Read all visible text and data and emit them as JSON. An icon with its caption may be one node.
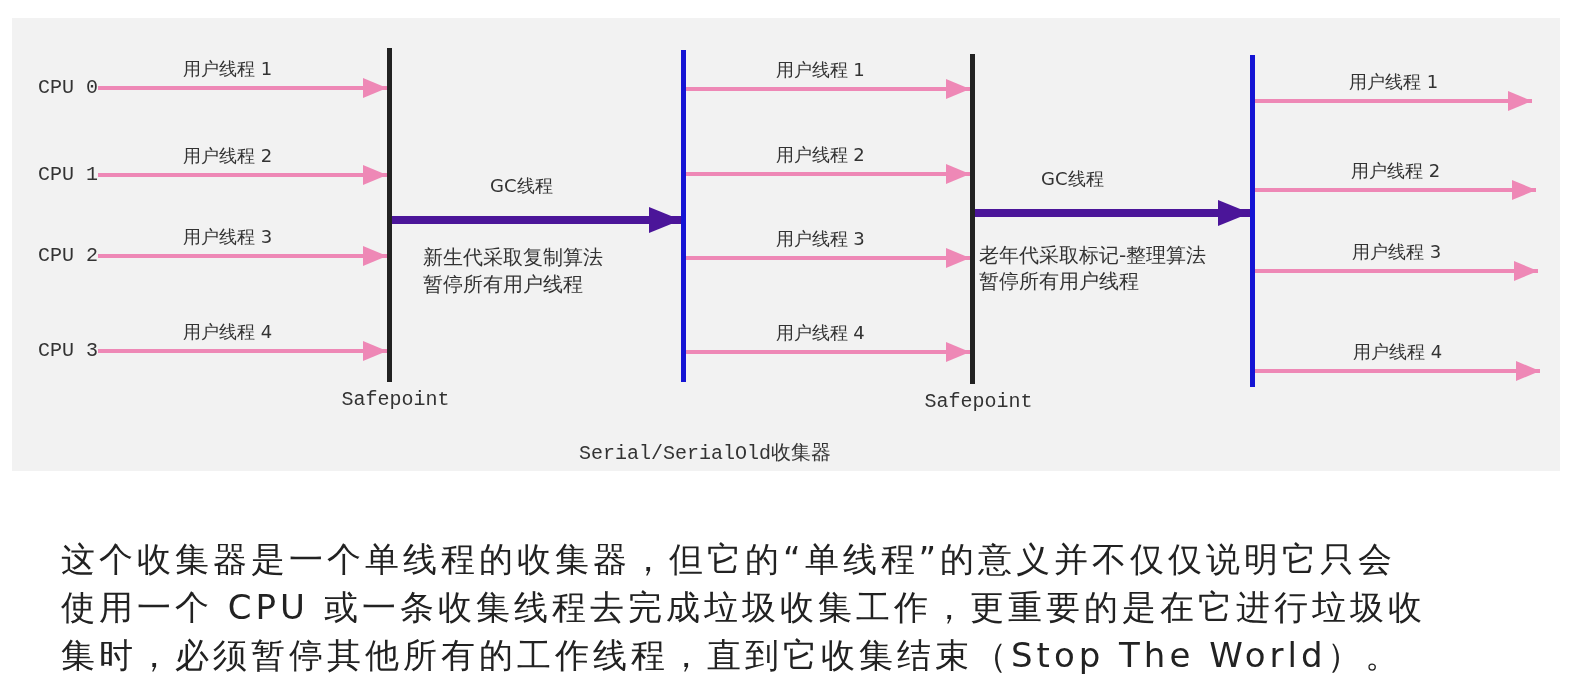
{
  "diagram": {
    "caption": "Serial/SerialOld收集器",
    "nodes": [
      {
        "text": [
          "CPU 0"
        ]
      },
      {
        "text": [
          "CPU 1"
        ]
      },
      {
        "text": [
          "CPU 2"
        ]
      },
      {
        "text": [
          "CPU 3"
        ]
      },
      {
        "text": [],
        "shape": "bar",
        "beside": [
          "Safepoint"
        ]
      },
      {
        "text": [],
        "shape": "bar"
      },
      {
        "text": [],
        "shape": "bar",
        "beside": [
          "Safepoint"
        ]
      },
      {
        "text": [],
        "shape": "bar"
      }
    ],
    "edges": [
      {
        "from": 0,
        "to": 4,
        "arrow": "to",
        "label": "用户线程 1"
      },
      {
        "from": 1,
        "to": 4,
        "arrow": "to",
        "label": "用户线程 2"
      },
      {
        "from": 2,
        "to": 4,
        "arrow": "to",
        "label": "用户线程 3"
      },
      {
        "from": 3,
        "to": 4,
        "arrow": "to",
        "label": "用户线程 4"
      },
      {
        "from": 4,
        "to": 5,
        "arrow": "to",
        "label": "GC线程",
        "style": "thick",
        "color": "#4b1599"
      },
      {
        "from": 5,
        "to": 6,
        "arrow": "to",
        "label": "用户线程 1"
      },
      {
        "from": 5,
        "to": 6,
        "arrow": "to",
        "label": "用户线程 2"
      },
      {
        "from": 5,
        "to": 6,
        "arrow": "to",
        "label": "用户线程 3"
      },
      {
        "from": 5,
        "to": 6,
        "arrow": "to",
        "label": "用户线程 4"
      },
      {
        "from": 6,
        "to": 7,
        "arrow": "to",
        "label": "GC线程",
        "style": "thick",
        "color": "#4b1599"
      },
      {
        "from": 7,
        "to": null,
        "arrow": "to",
        "label": "用户线程 1"
      },
      {
        "from": 7,
        "to": null,
        "arrow": "to",
        "label": "用户线程 2"
      },
      {
        "from": 7,
        "to": null,
        "arrow": "to",
        "label": "用户线程 3"
      },
      {
        "from": 7,
        "to": null,
        "arrow": "to",
        "label": "用户线程 4"
      }
    ],
    "labels": [
      "新生代采取复制算法",
      "暂停所有用户线程",
      "老年代采取标记-整理算法",
      "暂停所有用户线程",
      "这个收集器是一个单线程的收集器，但它的“单线程”的意义并不仅仅说明它只会使用一个 CPU 或一条收集线程去完成垃圾收集工作，更重要的是在它进行垃圾收集时，必须暂停其他所有的工作线程，直到它收集结束（Stop The World）。"
    ]
  }
}
